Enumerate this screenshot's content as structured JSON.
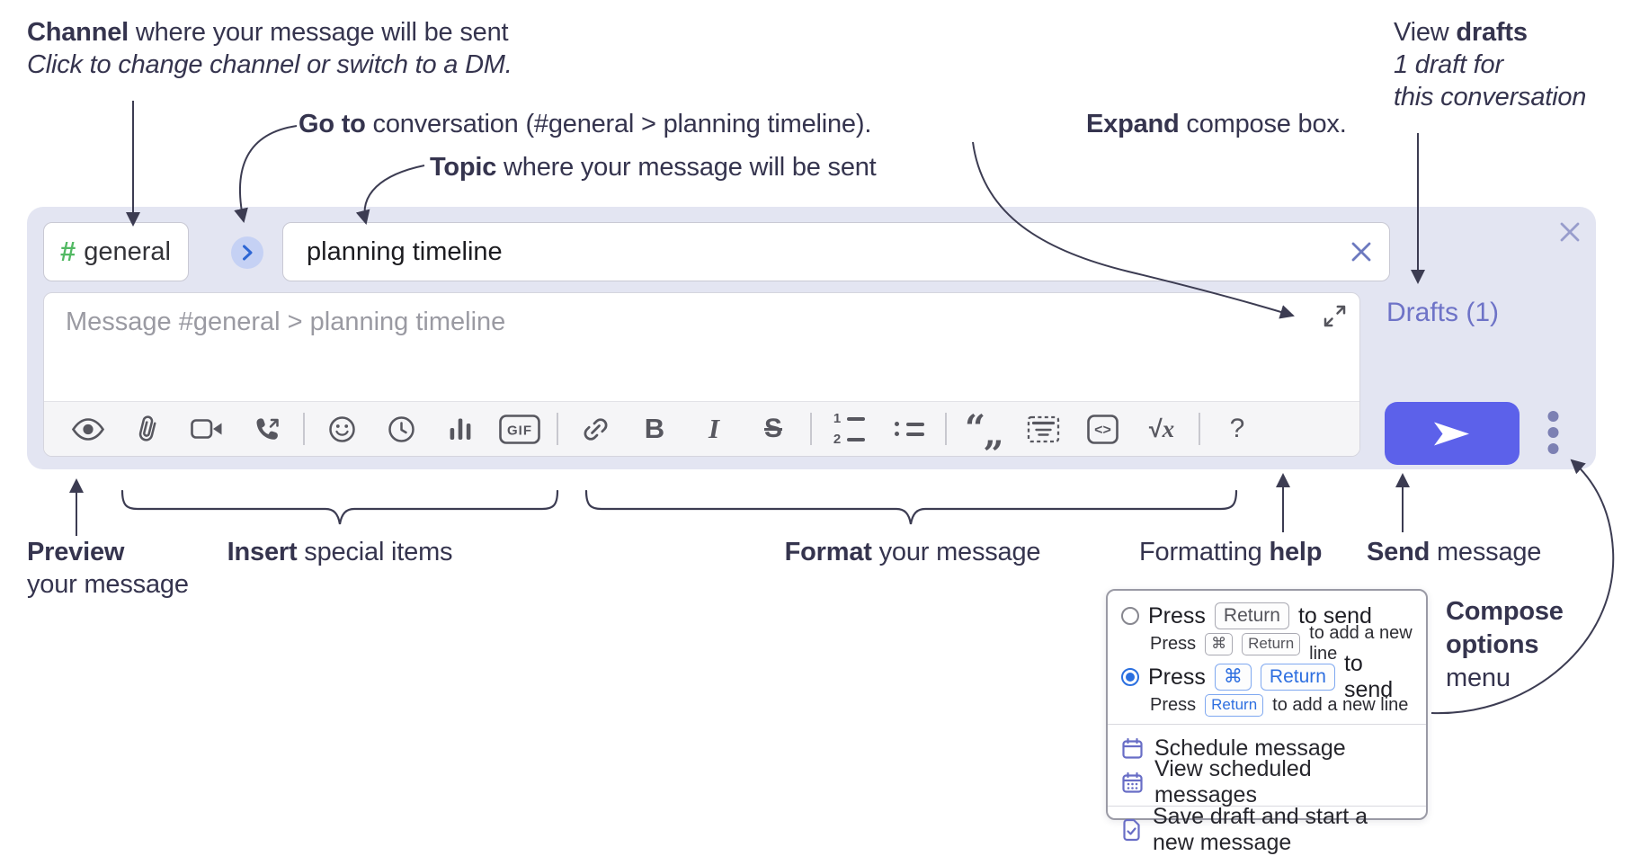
{
  "annotations": {
    "channel": {
      "bold": "Channel",
      "rest": " where your message will be sent",
      "sub": "Click to change channel or switch to a DM."
    },
    "goto": {
      "bold": "Go to",
      "rest": " conversation (#general > planning timeline)."
    },
    "topic": {
      "bold": "Topic",
      "rest": " where your message will be sent"
    },
    "expand": {
      "bold": "Expand",
      "rest": " compose box."
    },
    "view_drafts": {
      "pre": "View ",
      "bold": "drafts",
      "line2": "1 draft for",
      "line3": "this conversation"
    },
    "preview": {
      "bold": "Preview",
      "line2": "your message"
    },
    "insert": {
      "bold": "Insert",
      "rest": " special items"
    },
    "format": {
      "bold": "Format",
      "rest": " your message"
    },
    "formatting_help": {
      "pre": "Formatting ",
      "bold": "help"
    },
    "send": {
      "bold": "Send",
      "rest": " message"
    },
    "compose_options": {
      "line1": "Compose",
      "line2": "options",
      "line3": "menu"
    }
  },
  "compose": {
    "channel": {
      "hash": "#",
      "name": "general"
    },
    "topic": {
      "value": "planning timeline"
    },
    "message_placeholder": "Message #general > planning timeline",
    "drafts_link": "Drafts (1)",
    "toolbar": {
      "bold": "B",
      "italic": "I",
      "strike": "S",
      "gif": "GIF",
      "ol_1": "1",
      "ol_2": "2",
      "quote_open": "“",
      "quote_close": "„",
      "code": "<>",
      "root": "√",
      "root_x": "x",
      "help": "?"
    }
  },
  "options_menu": {
    "option_enter": {
      "main_pre": "Press",
      "main_key": "Return",
      "main_post": "to send",
      "sub_pre": "Press",
      "sub_key1": "⌘",
      "sub_key2": "Return",
      "sub_post": "to add a new line"
    },
    "option_cmd_enter": {
      "main_pre": "Press",
      "main_key1": "⌘",
      "main_key2": "Return",
      "main_post": "to send",
      "sub_pre": "Press",
      "sub_key": "Return",
      "sub_post": "to add a new line"
    },
    "items": {
      "schedule": "Schedule message",
      "view_scheduled": "View scheduled messages",
      "save_draft": "Save draft and start a new message"
    }
  },
  "colors": {
    "compose_bg": "#e3e5f2",
    "accent_send": "#5c61ea",
    "drafts_link": "#6e73c7",
    "channel_hash_green": "#52b963",
    "kbd_blue": "#2e6fe0",
    "annotation_text": "#35344e"
  }
}
